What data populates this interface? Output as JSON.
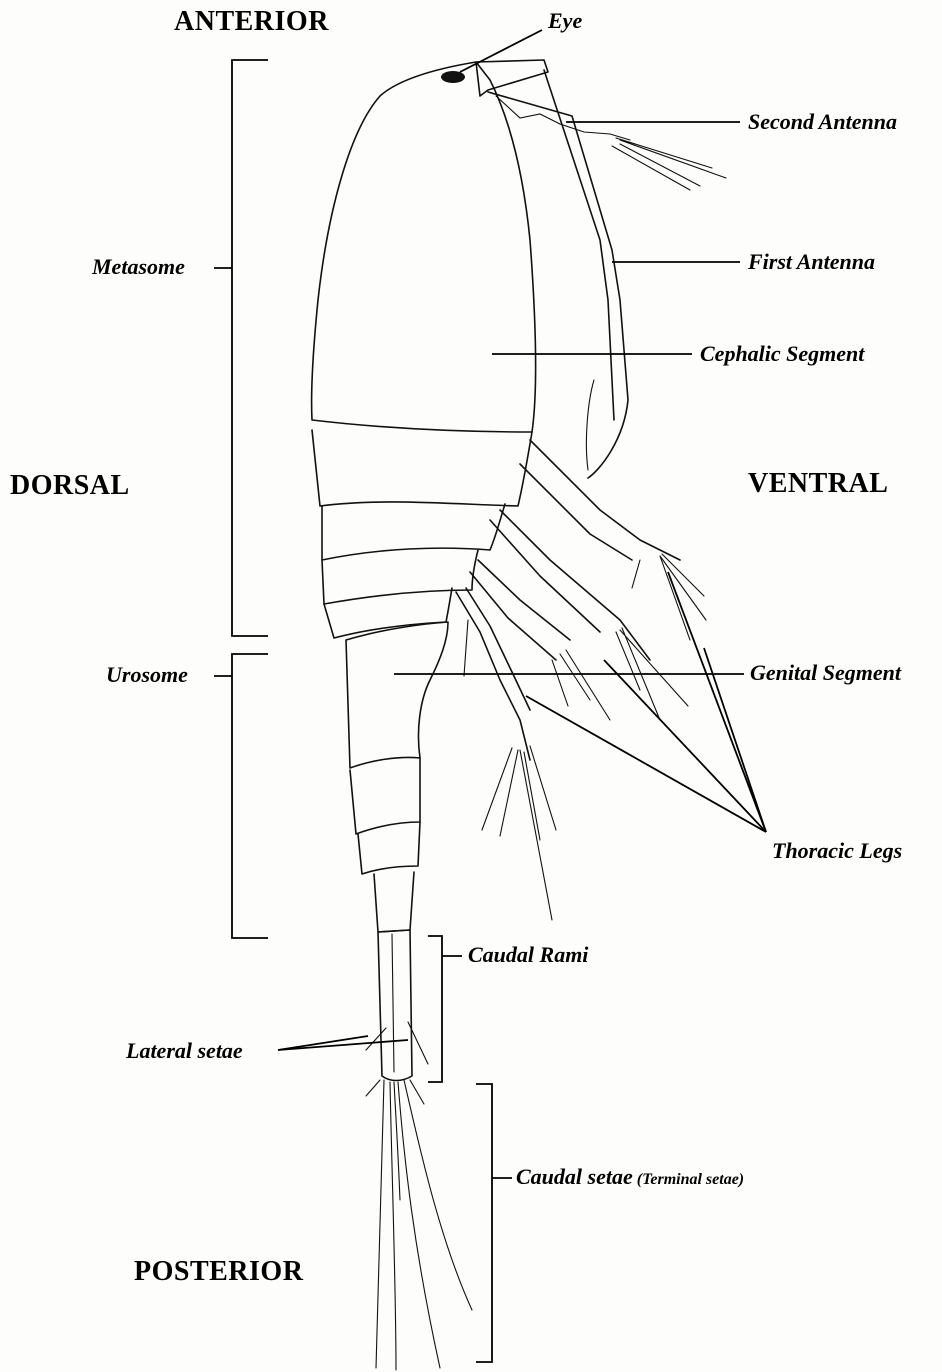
{
  "orientation": {
    "anterior": "ANTERIOR",
    "posterior": "POSTERIOR",
    "dorsal": "DORSAL",
    "ventral": "VENTRAL"
  },
  "labels": {
    "eye": "Eye",
    "second_antenna": "Second Antenna",
    "first_antenna": "First Antenna",
    "cephalic_segment": "Cephalic Segment",
    "metasome": "Metasome",
    "urosome": "Urosome",
    "genital_segment": "Genital Segment",
    "thoracic_legs": "Thoracic Legs",
    "caudal_rami": "Caudal Rami",
    "lateral_setae": "Lateral setae",
    "caudal_setae": "Caudal setae",
    "terminal_setae": "(Terminal setae)"
  },
  "colors": {
    "ink": "#111111",
    "paper": "#fdfdfc"
  }
}
